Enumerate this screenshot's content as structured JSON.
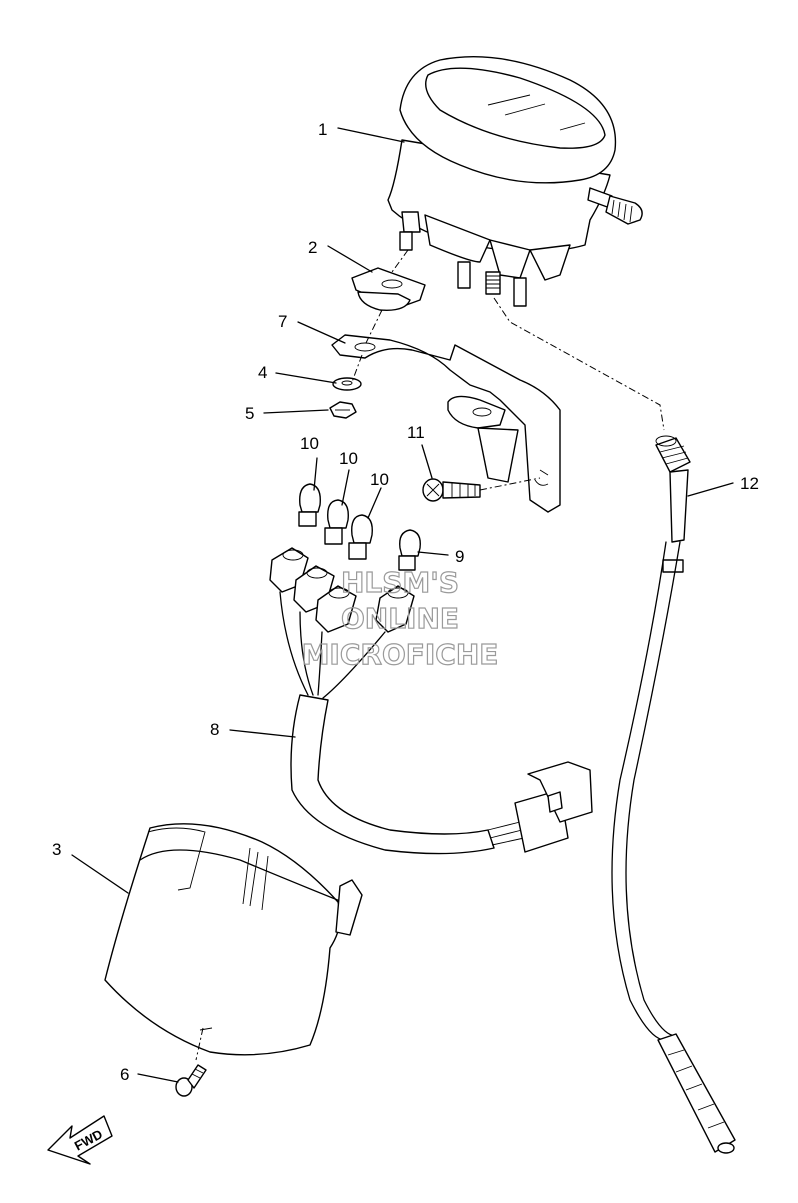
{
  "callouts": {
    "c1": "1",
    "c2": "2",
    "c3": "3",
    "c4": "4",
    "c5": "5",
    "c6": "6",
    "c7": "7",
    "c8": "8",
    "c9": "9",
    "c10a": "10",
    "c10b": "10",
    "c10c": "10",
    "c11": "11",
    "c12": "12"
  },
  "watermark": {
    "line1": "HLSM'S",
    "line2": "ONLINE",
    "line3": "MICROFICHE"
  },
  "fwd_label": "FWD"
}
